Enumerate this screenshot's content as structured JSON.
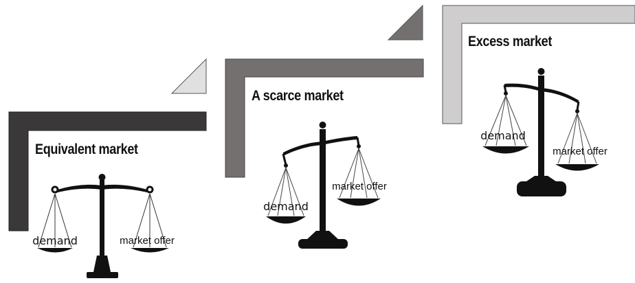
{
  "steps": [
    {
      "title": "Equivalent market",
      "left_pan_label": "demand",
      "right_pan_label": "market offer",
      "tilt": "level",
      "frame_color": "#3a3838",
      "arrow_color": "#262626"
    },
    {
      "title": "A scarce market",
      "left_pan_label": "demand",
      "right_pan_label": "market offer",
      "tilt": "left pan lower",
      "frame_color": "#757070",
      "arrow_color": "#e0e0e0"
    },
    {
      "title": "Excess market",
      "left_pan_label": "demand",
      "right_pan_label": "market offer",
      "tilt": "right pan lower",
      "frame_color": "#cfcdcd",
      "arrow_color": "#757070"
    }
  ]
}
